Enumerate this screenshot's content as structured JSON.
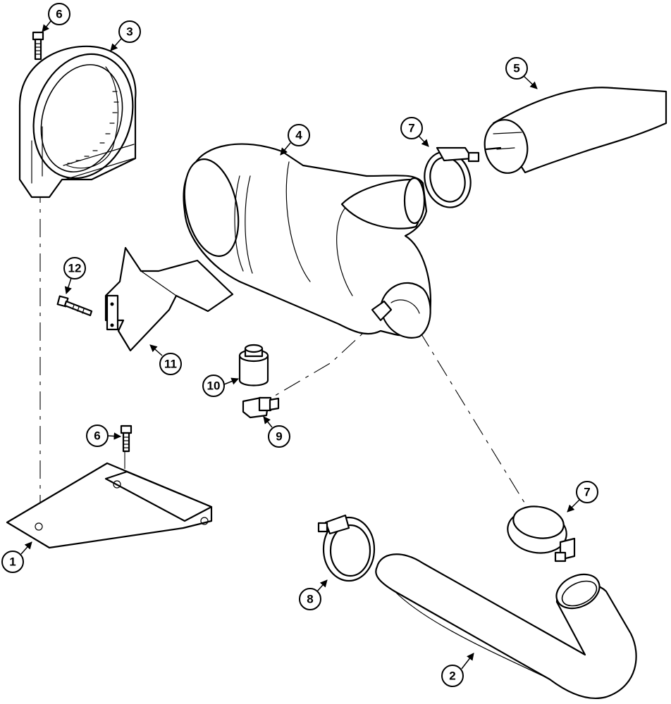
{
  "callouts": {
    "c1": "1",
    "c2": "2",
    "c3": "3",
    "c4": "4",
    "c5": "5",
    "c6_top": "6",
    "c6_bottom": "6",
    "c7_top": "7",
    "c7_bottom": "7",
    "c8": "8",
    "c9": "9",
    "c10": "10",
    "c11": "11",
    "c12": "12"
  }
}
